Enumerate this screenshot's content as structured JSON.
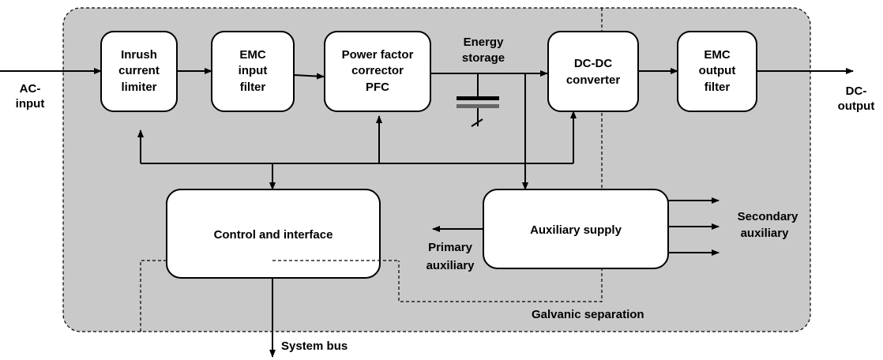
{
  "blocks": {
    "inrush": [
      "Inrush",
      "current",
      "limiter"
    ],
    "emc_in": [
      "EMC",
      "input",
      "filter"
    ],
    "pfc": [
      "Power factor",
      "corrector",
      "PFC"
    ],
    "dcdc": [
      "DC-DC",
      "converter"
    ],
    "emc_out": [
      "EMC",
      "output",
      "filter"
    ],
    "control": "Control and interface",
    "aux": "Auxiliary supply"
  },
  "labels": {
    "ac_input": [
      "AC-",
      "input"
    ],
    "dc_output": [
      "DC-",
      "output"
    ],
    "energy_storage": [
      "Energy",
      "storage"
    ],
    "primary_aux": [
      "Primary",
      "auxiliary"
    ],
    "secondary_aux": [
      "Secondary",
      "auxiliary"
    ],
    "galvanic": "Galvanic separation",
    "system_bus": "System bus"
  }
}
